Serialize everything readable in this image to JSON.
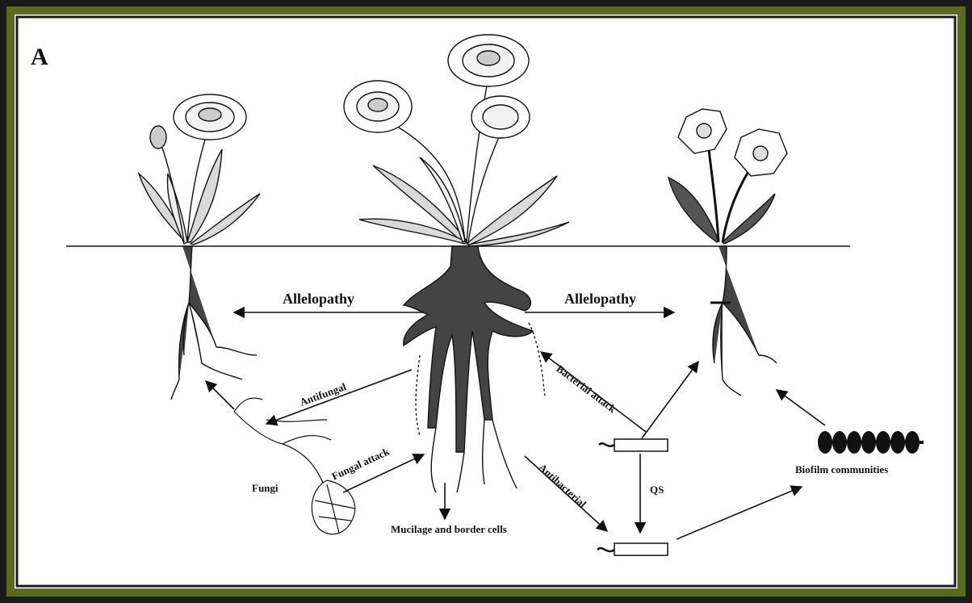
{
  "panel_label": "A",
  "labels": {
    "allelopathy_left": "Allelopathy",
    "allelopathy_right": "Allelopathy",
    "antifungal": "Antifungal",
    "fungal_attack": "Fungal attack",
    "fungi": "Fungi",
    "mucilage": "Mucilage and border cells",
    "antibacterial": "Antibacterial",
    "bacterial_attack": "Bacterial attack",
    "qs": "QS",
    "biofilm": "Biofilm communities"
  },
  "colors": {
    "frame_outer": "#1a1a1a",
    "frame_olive": "#5a6a1e",
    "ink": "#111111",
    "leaf_fill": "#d9d9d9",
    "root_fill": "#444444"
  }
}
